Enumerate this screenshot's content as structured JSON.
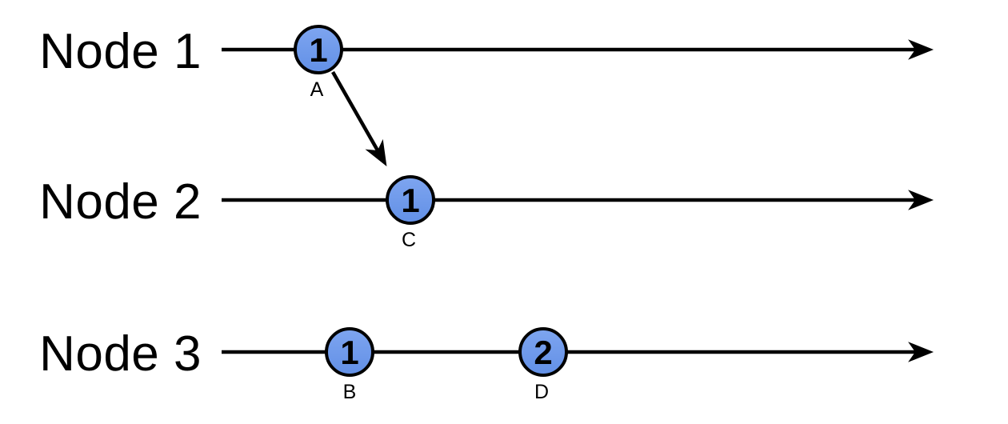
{
  "diagram": {
    "type": "logical-clock-timeline",
    "background": "#ffffff"
  },
  "colors": {
    "line": "#000000",
    "label_color": "#000000",
    "event_fill_top": "#7EA5F0",
    "event_fill_bottom": "#6290E6",
    "event_stroke": "#000000",
    "event_number_color": "#ffffff"
  },
  "nodes": [
    {
      "label": "Node 1",
      "events": [
        {
          "clock": "1",
          "label": "A"
        }
      ]
    },
    {
      "label": "Node 2",
      "events": [
        {
          "clock": "1",
          "label": "C"
        }
      ]
    },
    {
      "label": "Node 3",
      "events": [
        {
          "clock": "1",
          "label": "B"
        },
        {
          "clock": "2",
          "label": "D"
        }
      ]
    }
  ],
  "messages": [
    {
      "from_node": "Node 1",
      "from_event": "A",
      "to_node": "Node 2",
      "to_event": "C"
    }
  ]
}
